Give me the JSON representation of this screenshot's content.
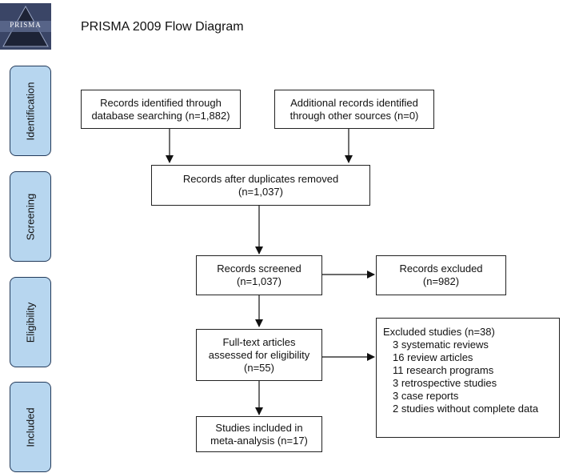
{
  "title": "PRISMA 2009 Flow Diagram",
  "logo": {
    "text": "PRISMA"
  },
  "phases": {
    "identification": "Identification",
    "screening": "Screening",
    "eligibility": "Eligibility",
    "included": "Included"
  },
  "boxes": {
    "records_database": [
      "Records identified through",
      "database searching (n=1,882)"
    ],
    "records_other": [
      "Additional records identified",
      "through other sources (n=0)"
    ],
    "after_duplicates": [
      "Records after duplicates removed",
      "(n=1,037)"
    ],
    "screened": [
      "Records screened",
      "(n=1,037)"
    ],
    "excluded": [
      "Records excluded",
      "(n=982)"
    ],
    "full_text": [
      "Full-text articles",
      "assessed for eligibility",
      "(n=55)"
    ],
    "excluded_studies": {
      "heading": "Excluded studies (n=38)",
      "items": [
        "3 systematic reviews",
        "16 review articles",
        "11 research programs",
        "3 retrospective studies",
        "3 case reports",
        "2 studies without complete data"
      ]
    },
    "included": [
      "Studies included in",
      "meta-analysis (n=17)"
    ]
  },
  "colors": {
    "phase_fill": "#b7d6ef",
    "logo_bg": "#2d3550"
  }
}
